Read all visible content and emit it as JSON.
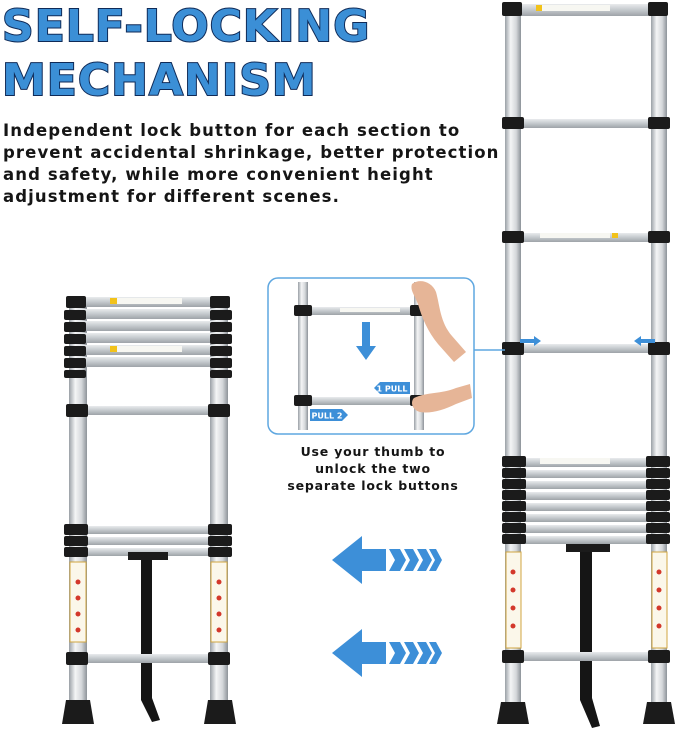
{
  "heading": {
    "line1": "SELF-LOCKING",
    "line2": "MECHANISM"
  },
  "description": "Independent lock button for each section to prevent accidental shrinkage, better protection and safety, while more convenient height adjustment for different scenes.",
  "inset": {
    "label_pull_1": "1 PULL",
    "label_pull_2": "PULL 2",
    "caption": "Use your thumb to unlock the two separate lock buttons"
  },
  "colors": {
    "title_fill": "#3b8fd6",
    "title_outline": "#0f2a57",
    "arrow_blue": "#3d8fd8",
    "inset_border": "#5fa7e0",
    "aluminum": "#d9dde1",
    "cap_black": "#1b1b1b"
  },
  "icons": [
    "left-arrow-icon",
    "down-arrow-icon",
    "right-arrow-icon"
  ]
}
